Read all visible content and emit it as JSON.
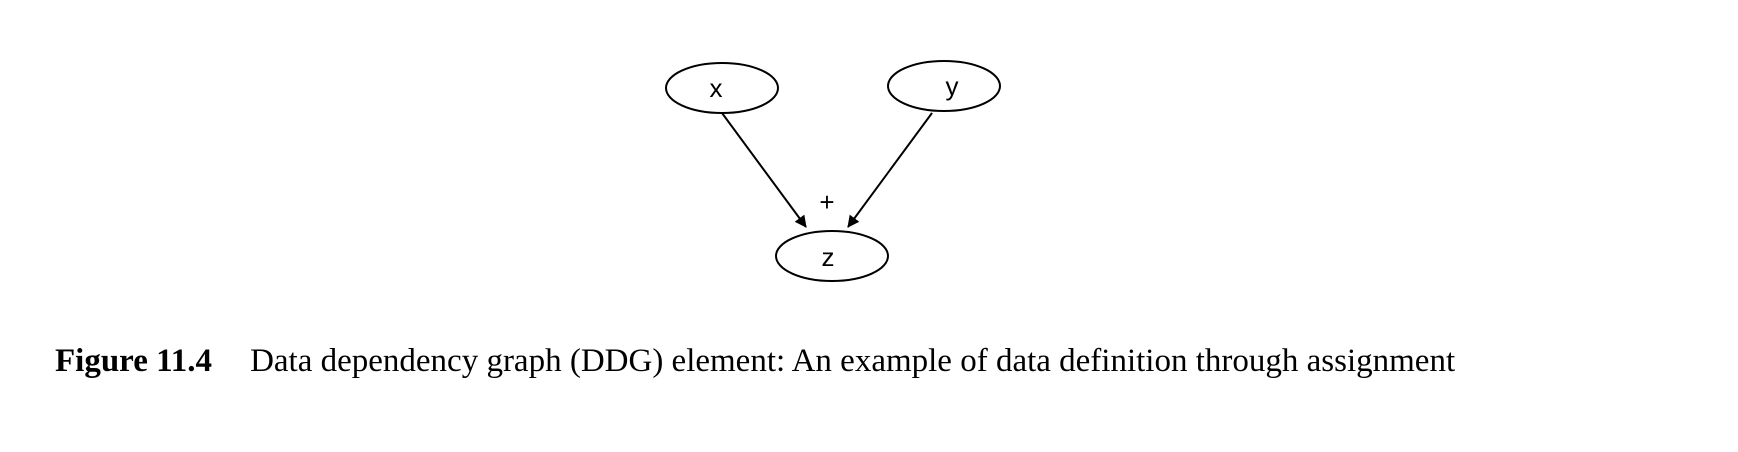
{
  "diagram": {
    "nodes": [
      {
        "id": "x",
        "label": "x"
      },
      {
        "id": "y",
        "label": "y"
      },
      {
        "id": "z",
        "label": "z"
      }
    ],
    "edges": [
      {
        "from": "x",
        "to": "z"
      },
      {
        "from": "y",
        "to": "z"
      }
    ],
    "operator": "+"
  },
  "caption": {
    "label": "Figure 11.4",
    "text": "Data dependency graph (DDG) element:  An example of data definition through assignment"
  }
}
